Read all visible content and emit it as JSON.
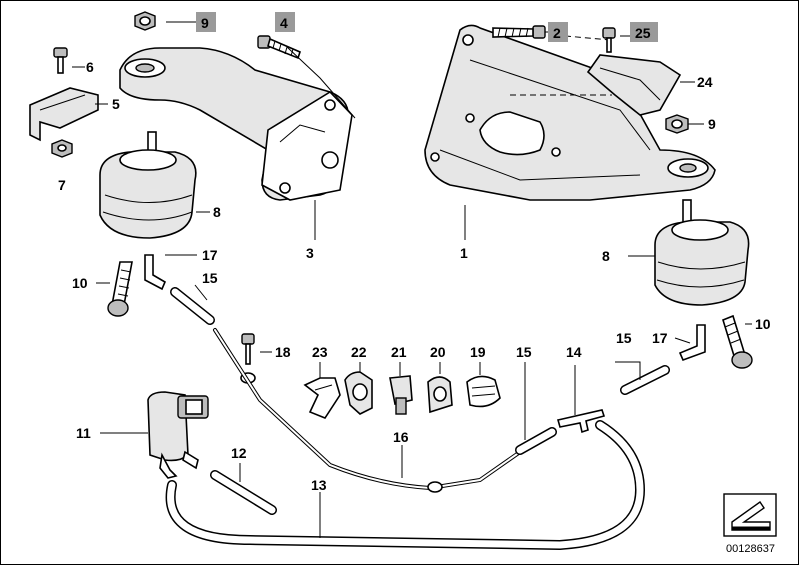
{
  "diagram": {
    "callouts": [
      {
        "id": "c1",
        "text": "1"
      },
      {
        "id": "c2",
        "text": "2"
      },
      {
        "id": "c3",
        "text": "3"
      },
      {
        "id": "c4",
        "text": "4"
      },
      {
        "id": "c5",
        "text": "5"
      },
      {
        "id": "c6",
        "text": "6"
      },
      {
        "id": "c7",
        "text": "7"
      },
      {
        "id": "c8a",
        "text": "8"
      },
      {
        "id": "c8b",
        "text": "8"
      },
      {
        "id": "c9a",
        "text": "9"
      },
      {
        "id": "c9b",
        "text": "9"
      },
      {
        "id": "c10a",
        "text": "10"
      },
      {
        "id": "c10b",
        "text": "10"
      },
      {
        "id": "c11",
        "text": "11"
      },
      {
        "id": "c12",
        "text": "12"
      },
      {
        "id": "c13",
        "text": "13"
      },
      {
        "id": "c14",
        "text": "14"
      },
      {
        "id": "c15a",
        "text": "15"
      },
      {
        "id": "c15b",
        "text": "15"
      },
      {
        "id": "c15c",
        "text": "15"
      },
      {
        "id": "c16",
        "text": "16"
      },
      {
        "id": "c17a",
        "text": "17"
      },
      {
        "id": "c17b",
        "text": "17"
      },
      {
        "id": "c18",
        "text": "18"
      },
      {
        "id": "c19",
        "text": "19"
      },
      {
        "id": "c20",
        "text": "20"
      },
      {
        "id": "c21",
        "text": "21"
      },
      {
        "id": "c22",
        "text": "22"
      },
      {
        "id": "c23",
        "text": "23"
      },
      {
        "id": "c24",
        "text": "24"
      },
      {
        "id": "c25",
        "text": "25"
      }
    ],
    "boxed_callouts": [
      "c2",
      "c4",
      "c9a",
      "c25"
    ],
    "reference_number": "00128637",
    "icons": [
      "back-arrow-icon"
    ],
    "colors": {
      "line": "#000000",
      "highlight_box": "#9a9a9a",
      "background": "#ffffff"
    }
  }
}
